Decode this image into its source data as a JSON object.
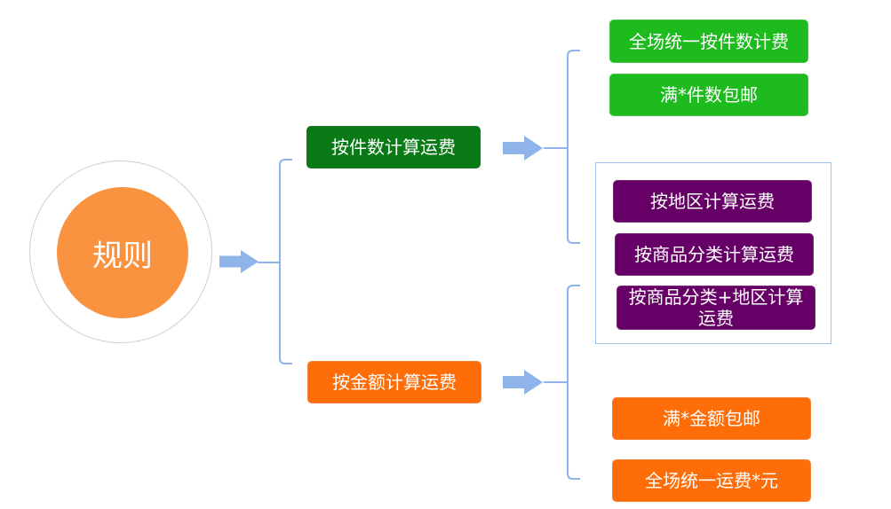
{
  "colors": {
    "connector": "#8fb4ea",
    "arrow": "#8fb4ea",
    "root_fill": "#f99340",
    "root_ring": "#cfcfcf",
    "dark_green": "#0a7a17",
    "green": "#1dbb1d",
    "purple": "#660066",
    "orange": "#ff6d08",
    "group_border": "#9dc3e6"
  },
  "root": {
    "label": "规则"
  },
  "branches": [
    {
      "label": "按件数计算运费",
      "children": [
        "全场统一按件数计费",
        "满*件数包邮"
      ]
    },
    {
      "label": "按金额计算运费",
      "children": [
        "满*金额包邮",
        "全场统一运费*元"
      ]
    }
  ],
  "grouped": {
    "items": [
      "按地区计算运费",
      "按商品分类计算运费",
      "按商品分类+地区计算运费"
    ]
  }
}
